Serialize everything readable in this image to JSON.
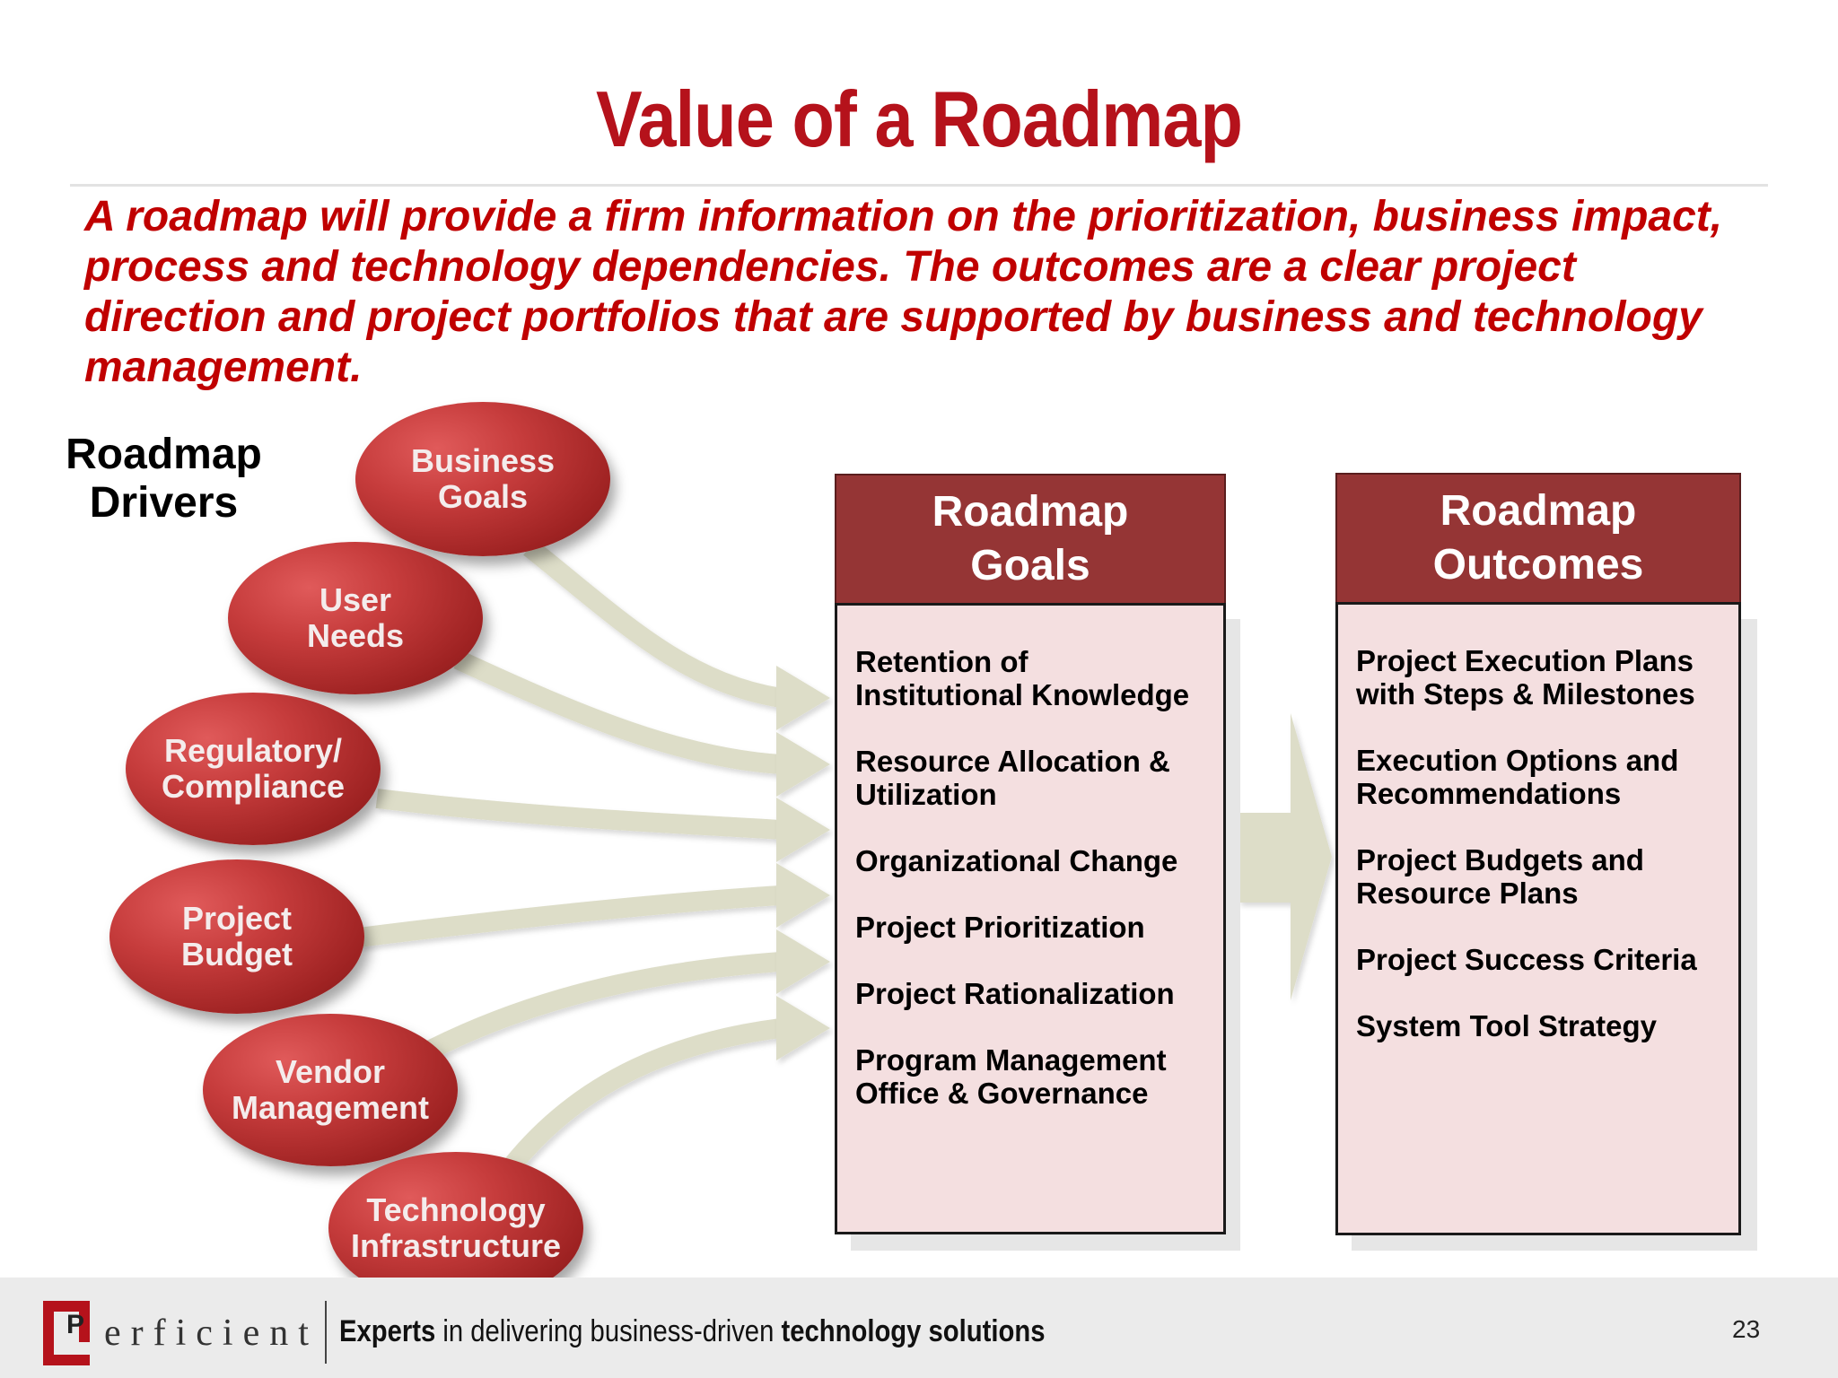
{
  "title": "Value of a Roadmap",
  "subtitle": "A roadmap will provide a firm information on the prioritization, business impact, process and technology dependencies. The outcomes are a clear project direction and project portfolios that are supported by business and technology management.",
  "drivers": {
    "label": "Roadmap Drivers",
    "items": [
      {
        "line1": "Business",
        "line2": "Goals"
      },
      {
        "line1": "User",
        "line2": "Needs"
      },
      {
        "line1": "Regulatory/",
        "line2": "Compliance"
      },
      {
        "line1": "Project",
        "line2": "Budget"
      },
      {
        "line1": "Vendor",
        "line2": "Management"
      },
      {
        "line1": "Technology",
        "line2": "Infrastructure"
      }
    ]
  },
  "goals": {
    "heading_line1": "Roadmap",
    "heading_line2": "Goals",
    "items": [
      {
        "line1": "Retention of",
        "line2": "Institutional Knowledge"
      },
      {
        "line1": "Resource Allocation &",
        "line2": "Utilization"
      },
      {
        "line1": "Organizational Change",
        "line2": ""
      },
      {
        "line1": "Project Prioritization",
        "line2": ""
      },
      {
        "line1": "Project Rationalization",
        "line2": ""
      },
      {
        "line1": "Program Management",
        "line2": "Office & Governance"
      }
    ]
  },
  "outcomes": {
    "heading_line1": "Roadmap",
    "heading_line2": "Outcomes",
    "items": [
      {
        "line1": "Project Execution Plans",
        "line2": "with Steps & Milestones"
      },
      {
        "line1": "Execution Options and",
        "line2": "Recommendations"
      },
      {
        "line1": "Project Budgets and",
        "line2": "Resource Plans"
      },
      {
        "line1": "Project Success Criteria",
        "line2": ""
      },
      {
        "line1": "System Tool Strategy",
        "line2": ""
      }
    ]
  },
  "footer": {
    "logo_initial": "P",
    "logo_word": "erficient",
    "tagline_bold1": "Experts",
    "tagline_mid": " in delivering business-driven ",
    "tagline_bold2": "technology solutions",
    "page_number": "23"
  },
  "colors": {
    "title": "#b5121b",
    "subtitle": "#c00000",
    "oval": "#b33030",
    "panel_header": "#953535",
    "panel_body": "#f4dfe0",
    "arrow": "#ddddc8"
  }
}
